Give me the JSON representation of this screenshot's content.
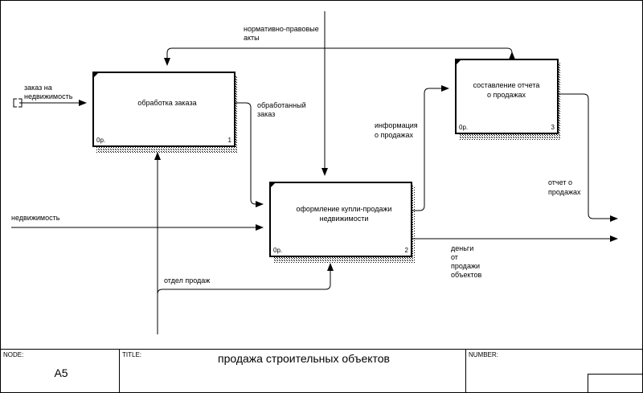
{
  "diagram": {
    "boxes": [
      {
        "title_lines": [
          "обработка заказа"
        ],
        "cost": "0р.",
        "number": "1"
      },
      {
        "title_lines": [
          "оформление купли-продажи",
          "недвижимости"
        ],
        "cost": "0р.",
        "number": "2"
      },
      {
        "title_lines": [
          "составление отчета",
          "о продажах"
        ],
        "cost": "0р.",
        "number": "3"
      }
    ],
    "arrows": {
      "control_top": [
        "нормативно-правовые",
        "акты"
      ],
      "input_order": [
        "заказ на",
        "недвижимость"
      ],
      "processed_order": [
        "обработанный",
        "заказ"
      ],
      "sales_info": [
        "информация",
        "о продажах"
      ],
      "realty": [
        "недвижимость"
      ],
      "sales_report": [
        "отчет о",
        "продажах"
      ],
      "money": [
        "деньги",
        "от",
        "продажи",
        "объектов"
      ],
      "sales_dept": [
        "отдел продаж"
      ]
    }
  },
  "frame": {
    "node_label": "NODE:",
    "node_value": "A5",
    "title_label": "TITLE:",
    "title_value": "продажа строительных объектов",
    "number_label": "NUMBER:"
  }
}
